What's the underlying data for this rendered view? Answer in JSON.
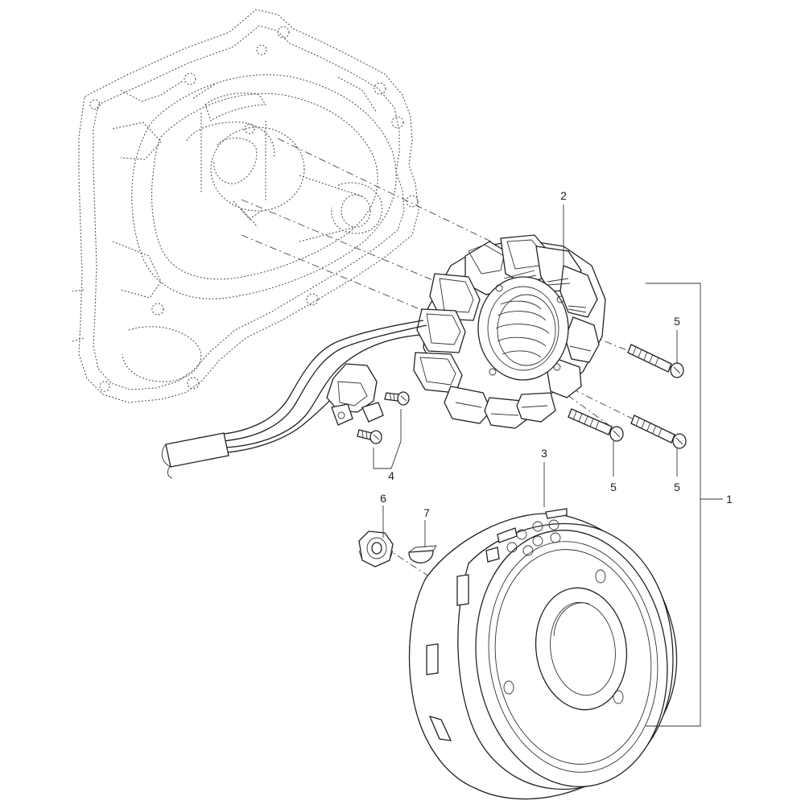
{
  "callouts": {
    "assembly": "1",
    "stator": "2",
    "flywheel_rotor": "3",
    "pickup_screws": "4",
    "stator_screw_top": "5",
    "stator_screw_mid": "5",
    "stator_screw_right": "5",
    "nut": "6",
    "key": "7"
  },
  "colors": {
    "line": "#222222",
    "ghost_line": "#555555",
    "background": "#ffffff"
  }
}
